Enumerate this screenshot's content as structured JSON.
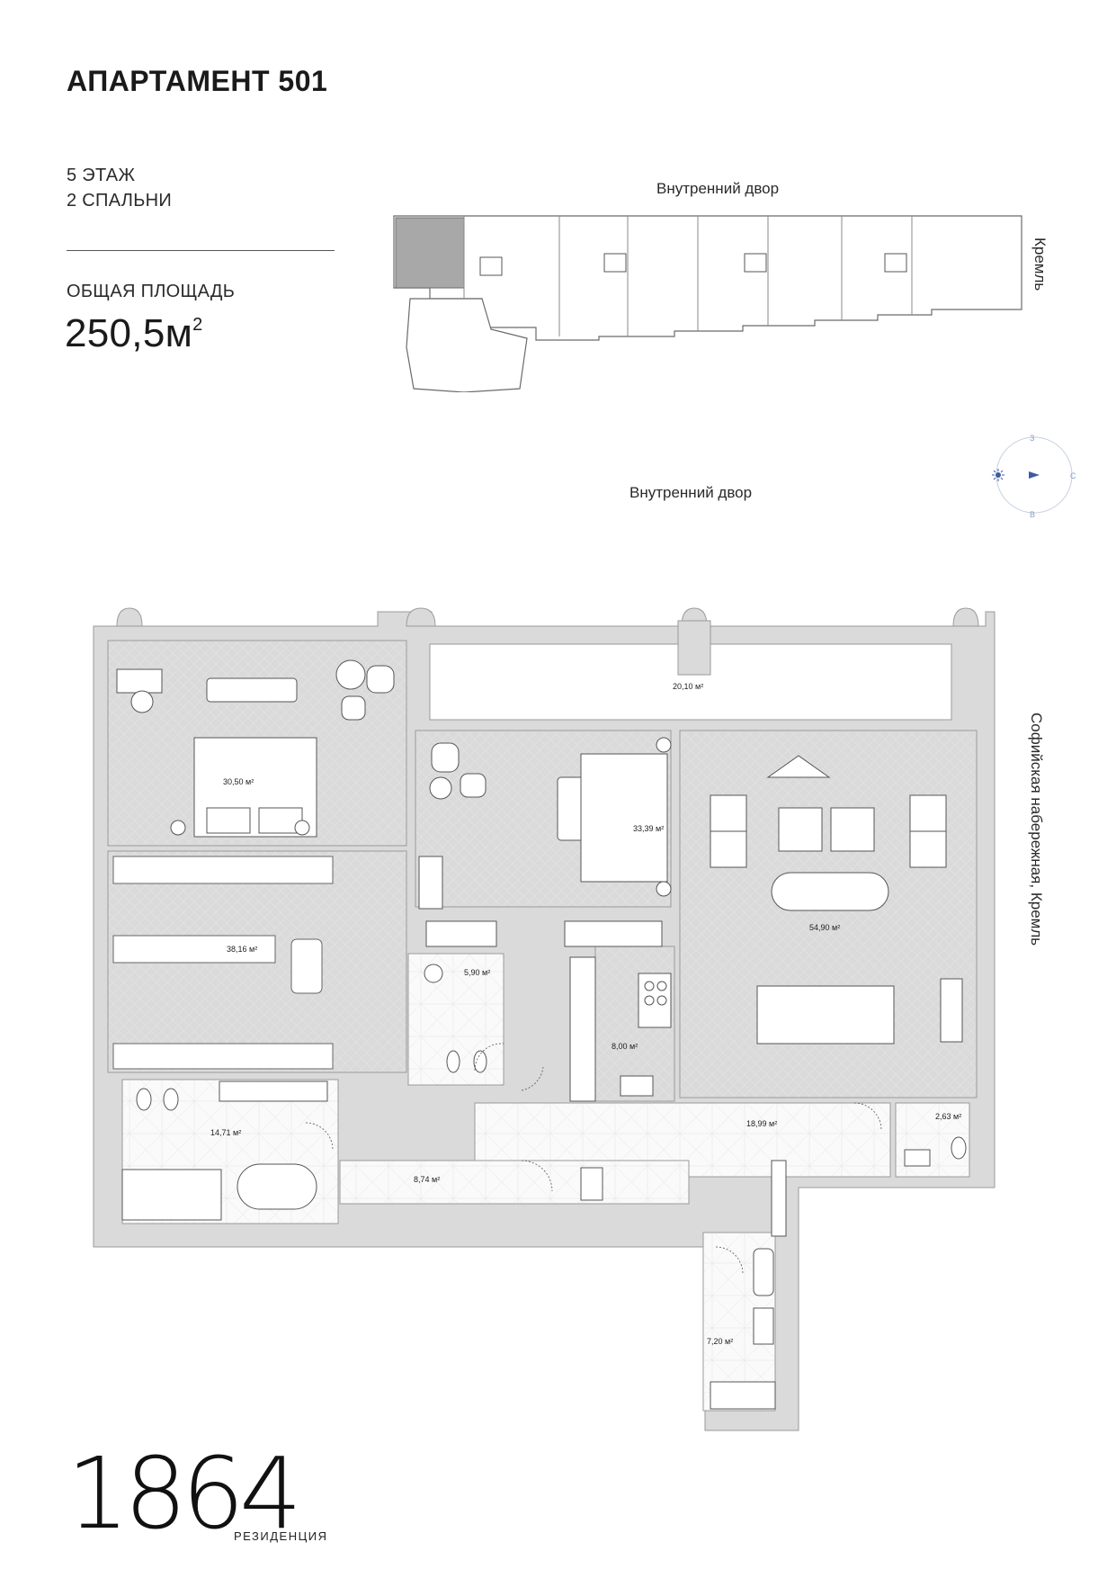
{
  "header": {
    "title": "АПАРТАМЕНТ 501",
    "floor": "5 ЭТАЖ",
    "bedrooms": "2 СПАЛЬНИ",
    "total_area_label": "ОБЩАЯ ПЛОЩАДЬ",
    "total_area_value": "250,5м",
    "total_area_unit_sup": "2"
  },
  "key_plan": {
    "label_top": "Внутренний двор",
    "label_right": "Кремль"
  },
  "compass": {
    "n": "З",
    "e": "С",
    "s": "В",
    "accent_color": "#3b5ba8"
  },
  "floor_plan": {
    "label_top": "Внутренний двор",
    "label_right": "Софийская набережная, Кремль",
    "rooms": {
      "balcony": "20,10 м²",
      "master_bedroom": "30,50 м²",
      "bedroom_2": "33,39 м²",
      "living": "54,90 м²",
      "dressing": "38,16 м²",
      "bath_small": "5,90 м²",
      "kitchen": "8,00 м²",
      "master_bath": "14,71 м²",
      "hall_main": "18,99 м²",
      "wc_guest": "2,63 м²",
      "corridor": "8,74 м²",
      "utility": "7,20 м²"
    },
    "colors": {
      "wall": "#dadada",
      "wall_line": "#9a9a9a",
      "floor_fill": "#ffffff"
    }
  },
  "brand": {
    "logo_number": "1864",
    "logo_subtitle": "РЕЗИДЕНЦИЯ"
  }
}
